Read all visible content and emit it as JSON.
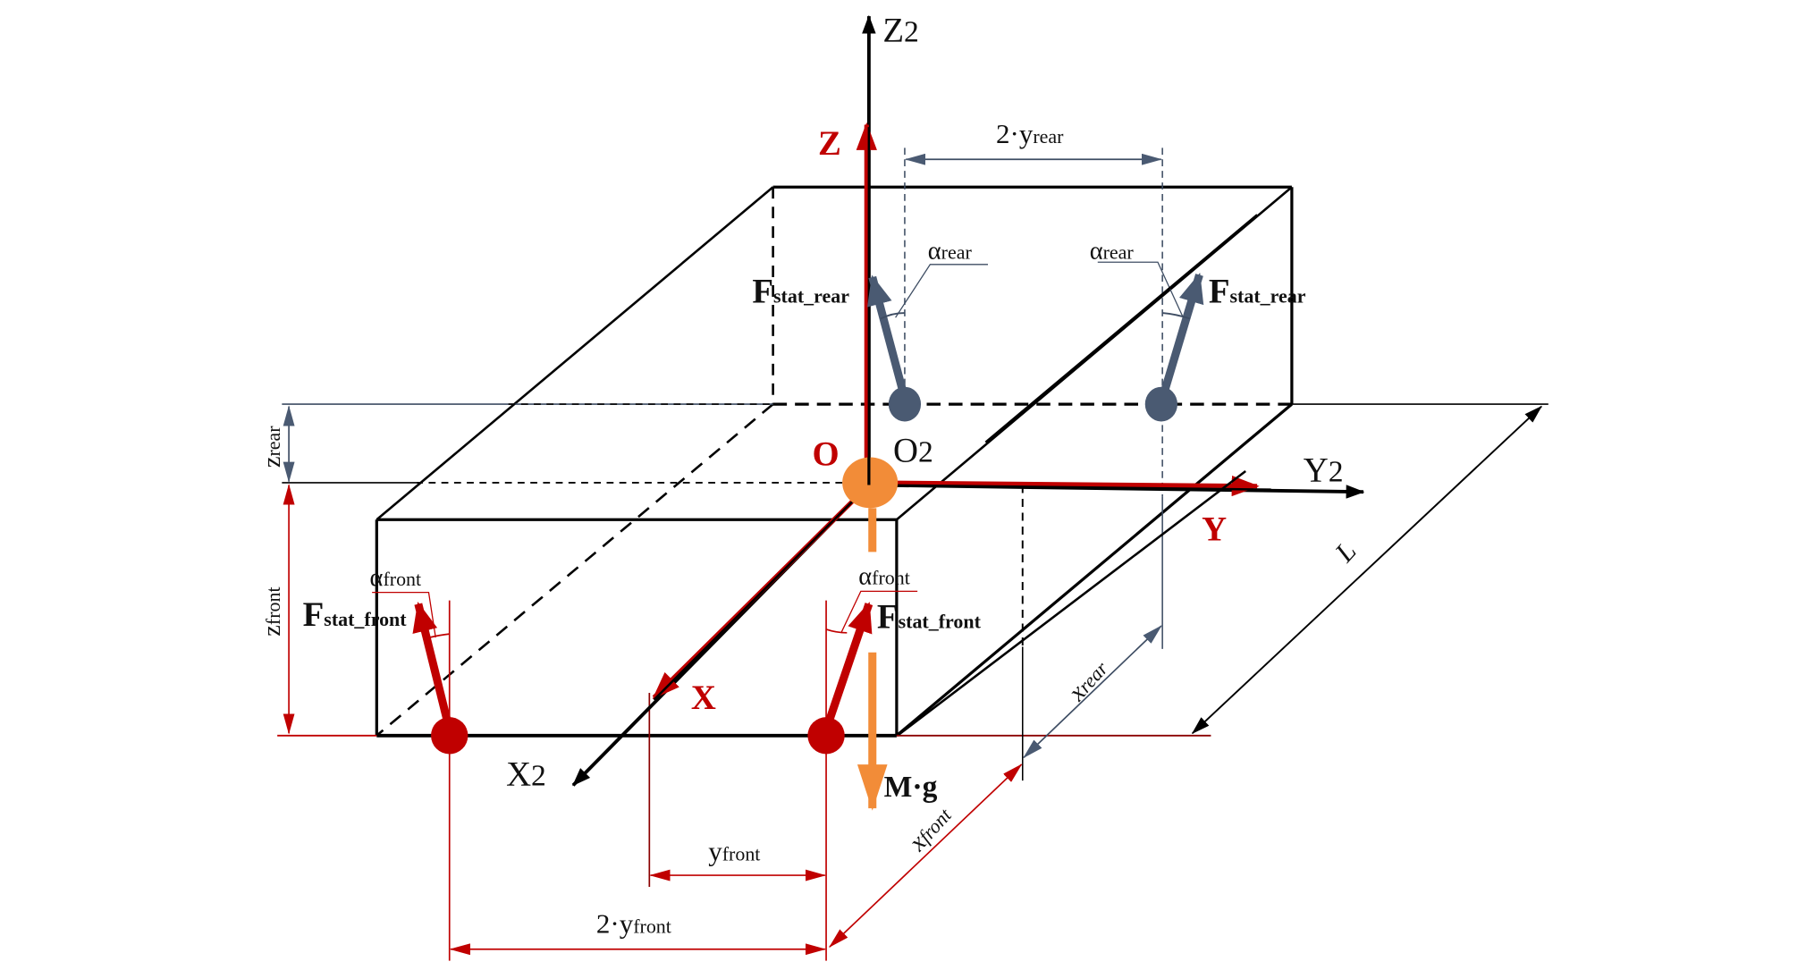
{
  "colors": {
    "black": "#000000",
    "red": "#c00000",
    "slate": "#4a5a72",
    "orange": "#f28c38",
    "dim_slate": "#3e4d63"
  },
  "axes": {
    "global": {
      "z": "Z",
      "z_sub": "2",
      "y": "Y",
      "y_sub": "2",
      "x": "X",
      "x_sub": "2",
      "origin": "O",
      "origin_sub": "2"
    },
    "body": {
      "z": "Z",
      "y": "Y",
      "x": "X",
      "origin": "O"
    }
  },
  "forces": {
    "rear_left": {
      "main": "F",
      "sub": "stat_rear"
    },
    "rear_right": {
      "main": "F",
      "sub": "stat_rear"
    },
    "front_left": {
      "main": "F",
      "sub": "stat_front"
    },
    "front_right": {
      "main": "F",
      "sub": "stat_front"
    },
    "weight": "M·g"
  },
  "angles": {
    "rear_left": {
      "main": "α",
      "sub": "rear"
    },
    "rear_right": {
      "main": "α",
      "sub": "rear"
    },
    "front_left": {
      "main": "α",
      "sub": "front"
    },
    "front_right": {
      "main": "α",
      "sub": "front"
    }
  },
  "dimensions": {
    "two_y_rear": {
      "main": "2·y",
      "sub": "rear"
    },
    "z_rear": {
      "main": "z",
      "sub": "rear"
    },
    "z_front": {
      "main": "z",
      "sub": "front"
    },
    "y_front": {
      "main": "y",
      "sub": "front"
    },
    "two_y_front": {
      "main": "2·y",
      "sub": "front"
    },
    "x_rear": {
      "main": "x",
      "sub": "rear"
    },
    "x_front": {
      "main": "x",
      "sub": "front"
    },
    "length": "L"
  }
}
